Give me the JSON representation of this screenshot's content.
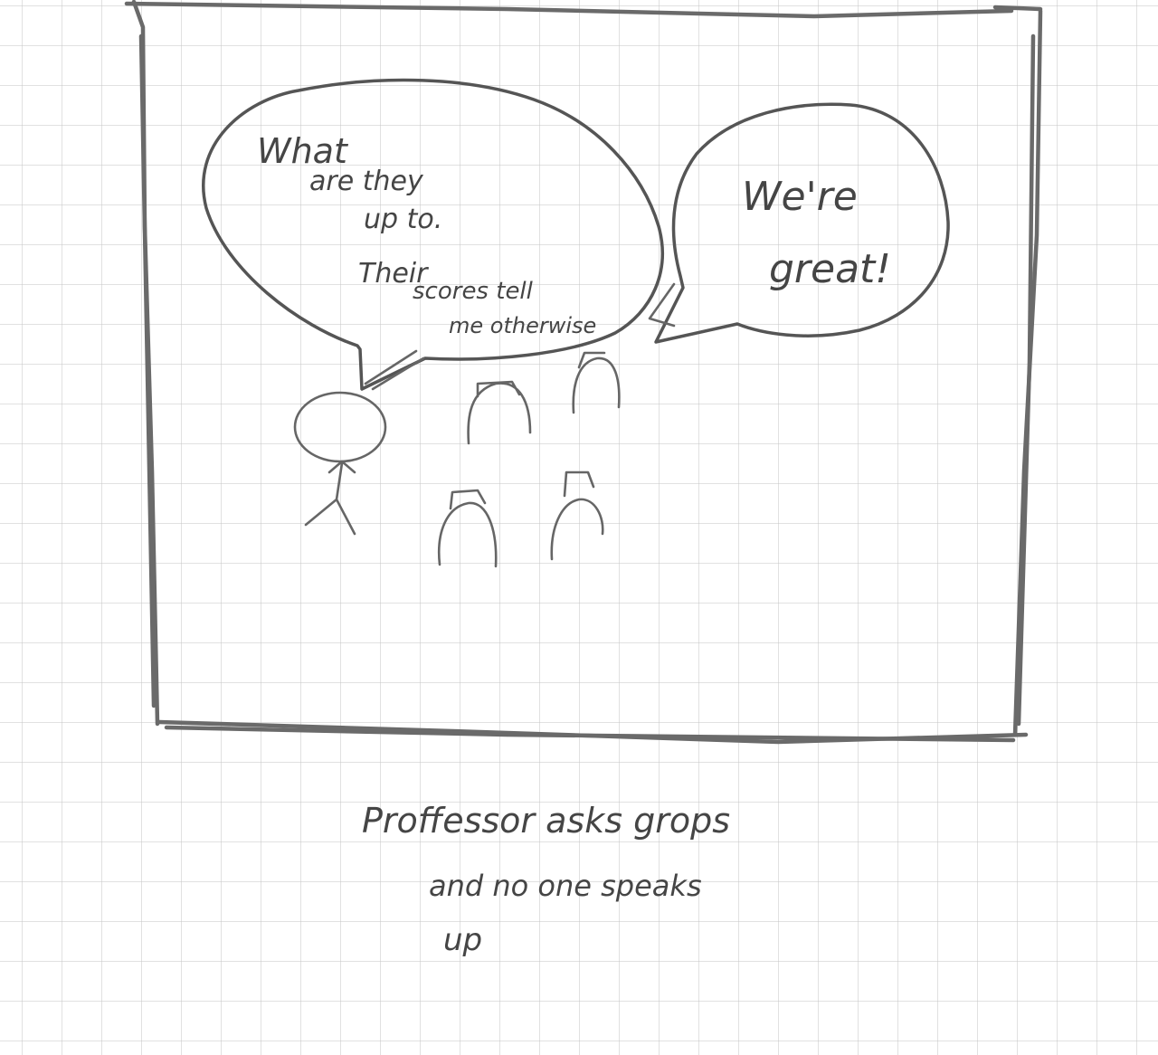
{
  "bubble_left": {
    "lines": [
      "What",
      "are they",
      "up to.",
      "Their",
      "scores tell",
      "me otherwise"
    ]
  },
  "bubble_right": {
    "lines": [
      "We're",
      "great!"
    ]
  },
  "caption": {
    "lines": [
      "Proffessor asks grops",
      "and no one speaks",
      "up"
    ]
  }
}
